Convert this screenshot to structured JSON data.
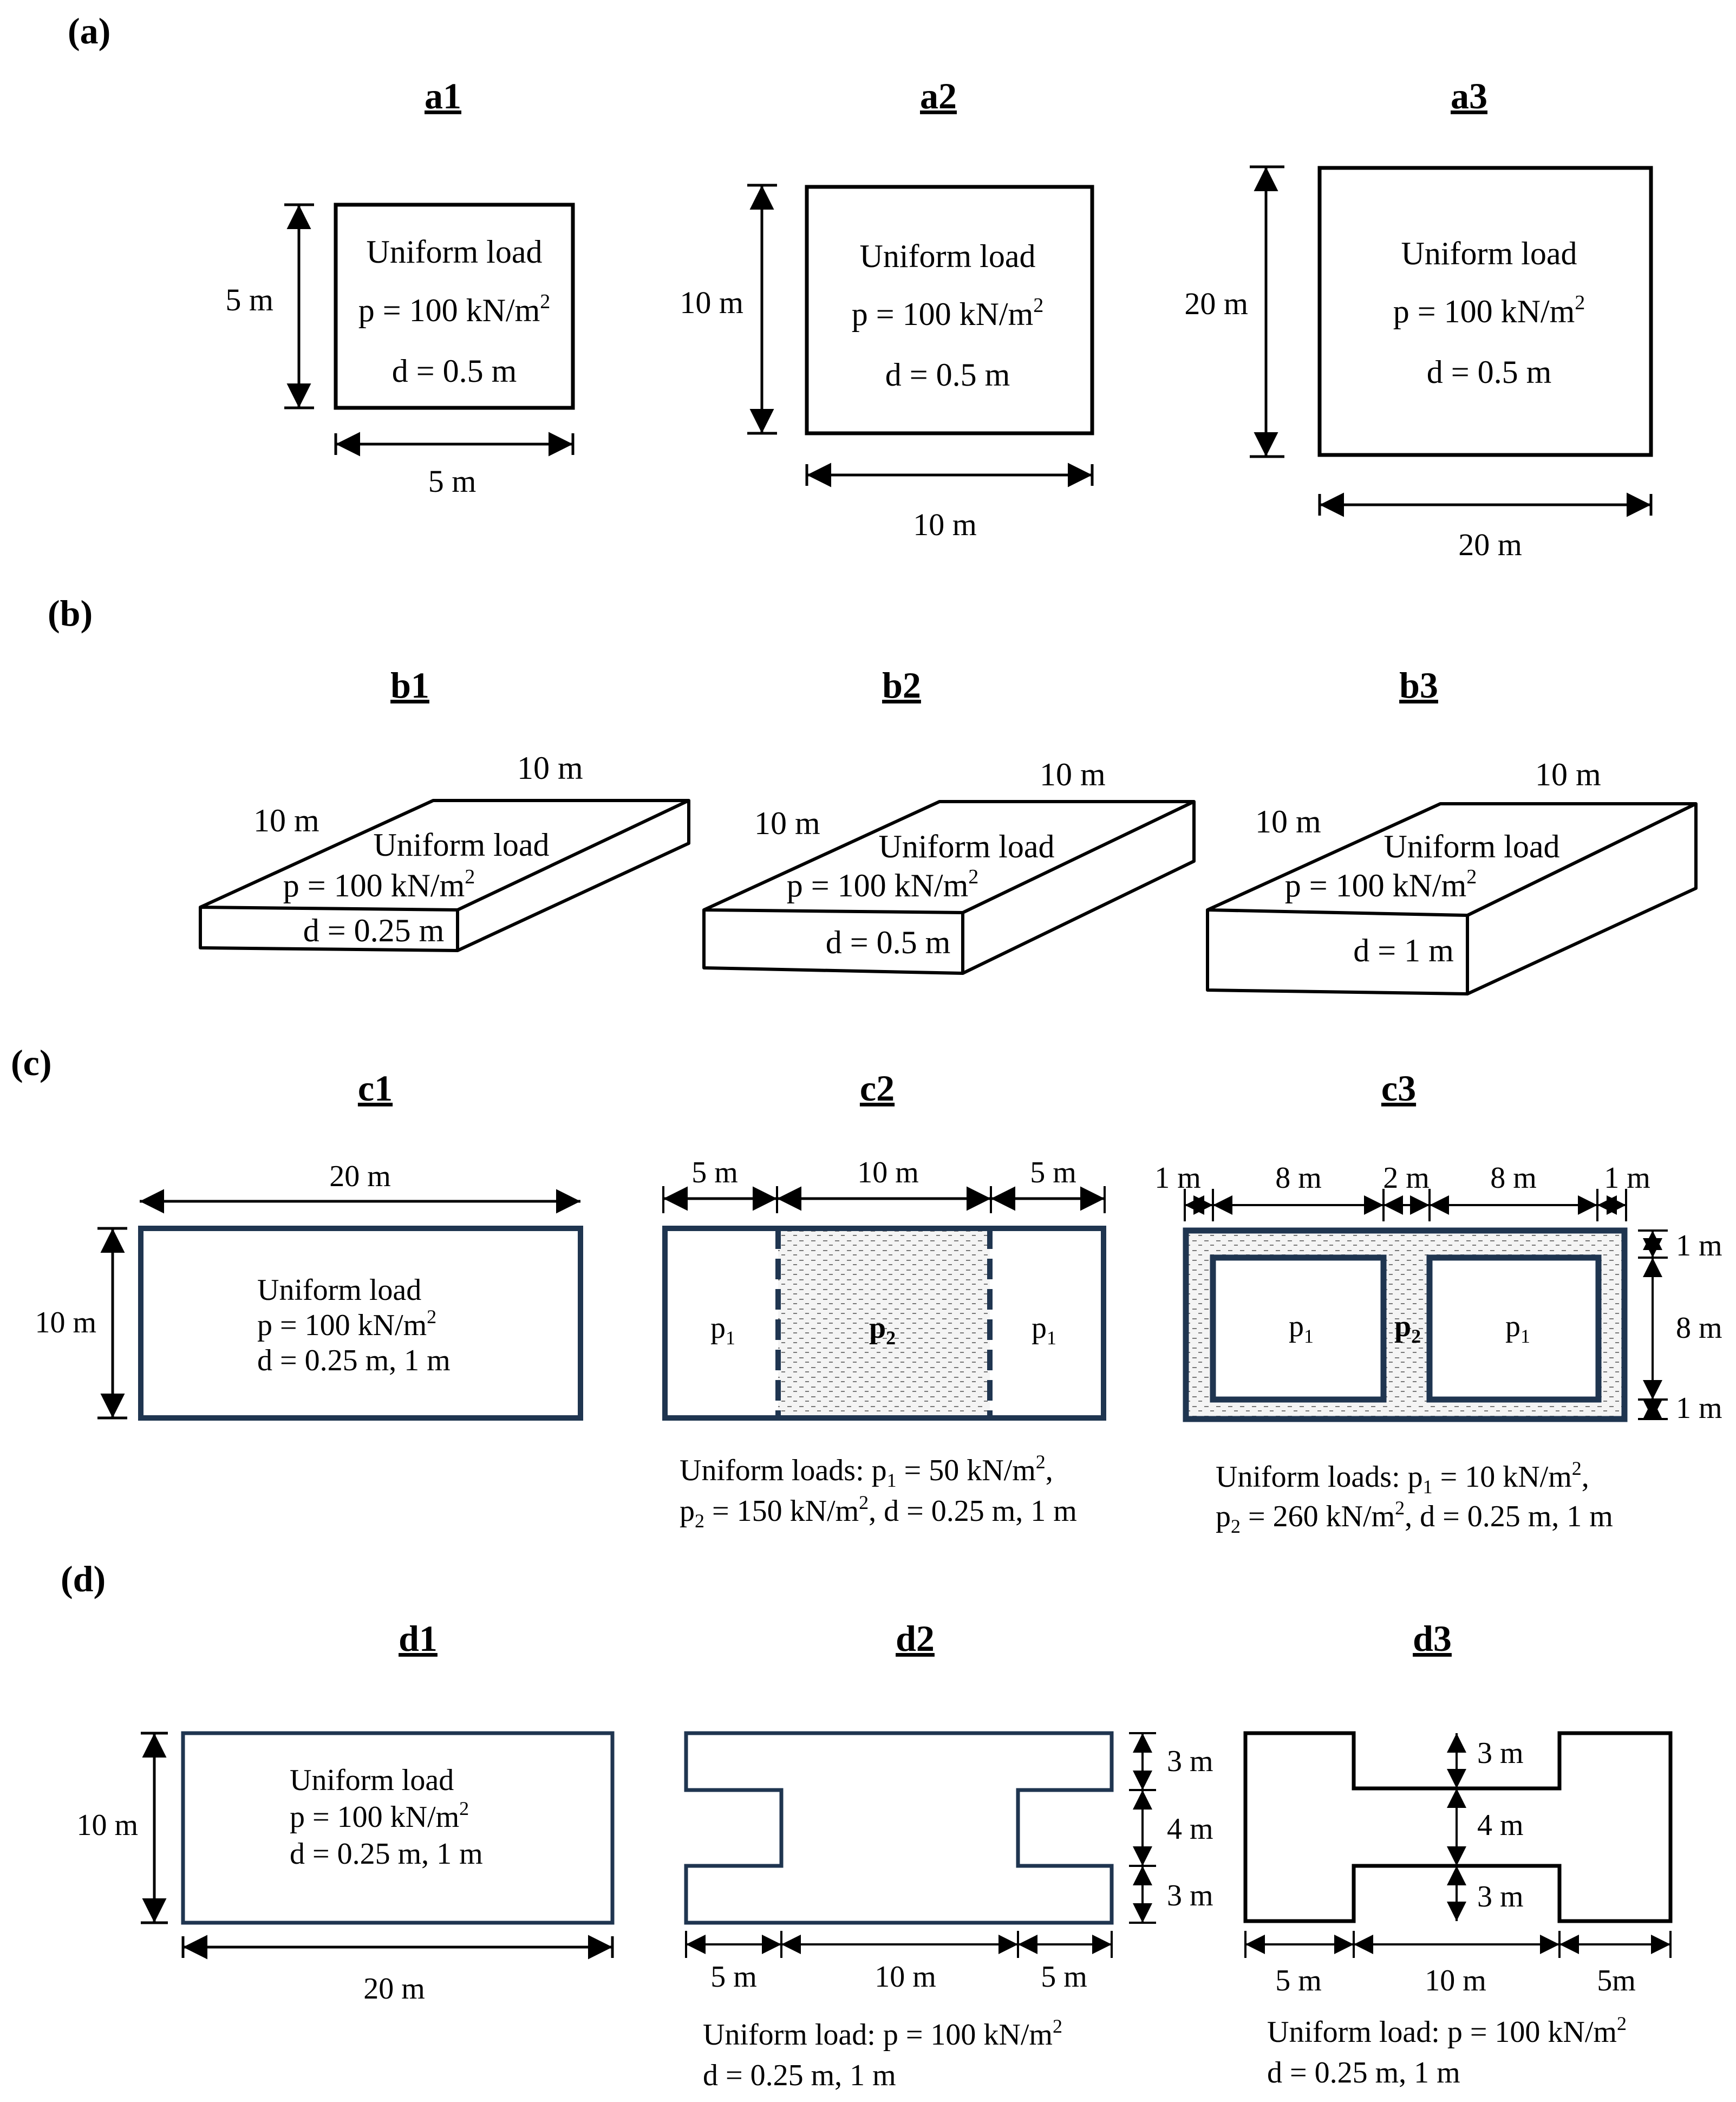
{
  "sections": {
    "a": "(a)",
    "b": "(b)",
    "c": "(c)",
    "d": "(d)"
  },
  "a": {
    "a1": {
      "title": "a1",
      "load": "Uniform load",
      "p": "p = 100 kN/m",
      "d": "d = 0.5 m",
      "h": "5 m",
      "w": "5 m"
    },
    "a2": {
      "title": "a2",
      "load": "Uniform load",
      "p": "p = 100 kN/m",
      "d": "d = 0.5 m",
      "h": "10 m",
      "w": "10 m"
    },
    "a3": {
      "title": "a3",
      "load": "Uniform load",
      "p": "p = 100 kN/m",
      "d": "d = 0.5 m",
      "h": "20 m",
      "w": "20 m"
    }
  },
  "b": {
    "b1": {
      "title": "b1",
      "left": "10 m",
      "top": "10 m",
      "load": "Uniform load",
      "p": "p = 100 kN/m",
      "d": "d = 0.25 m"
    },
    "b2": {
      "title": "b2",
      "left": "10 m",
      "top": "10 m",
      "load": "Uniform load",
      "p": "p = 100 kN/m",
      "d": "d = 0.5 m"
    },
    "b3": {
      "title": "b3",
      "left": "10 m",
      "top": "10 m",
      "load": "Uniform load",
      "p": "p = 100 kN/m",
      "d": "d = 1 m"
    }
  },
  "c": {
    "c1": {
      "title": "c1",
      "w": "20 m",
      "h": "10 m",
      "load": "Uniform load",
      "p": "p = 100 kN/m",
      "d": "d = 0.25 m, 1 m"
    },
    "c2": {
      "title": "c2",
      "d1": "5 m",
      "d2": "10 m",
      "d3": "5 m",
      "p1": "p",
      "p2": "p",
      "cap1a": "Uniform loads: p",
      "cap1b": " = 50 kN/m",
      "cap1c": ",",
      "cap2a": "p",
      "cap2b": " = 150 kN/m",
      "cap2c": ", d = 0.25 m, 1 m"
    },
    "c3": {
      "title": "c3",
      "t1": "1 m",
      "t2": "8 m",
      "t3": "2 m",
      "t4": "8 m",
      "t5": "1 m",
      "r1": "1 m",
      "r2": "8 m",
      "r3": "1 m",
      "p1": "p",
      "p2": "p",
      "cap1a": "Uniform loads: p",
      "cap1b": " = 10 kN/m",
      "cap1c": ",",
      "cap2a": "p",
      "cap2b": " = 260 kN/m",
      "cap2c": ", d = 0.25 m, 1 m"
    }
  },
  "d": {
    "d1": {
      "title": "d1",
      "load": "Uniform load",
      "p": "p = 100 kN/m",
      "d": "d = 0.25 m, 1 m",
      "h": "10 m",
      "w": "20 m"
    },
    "d2": {
      "title": "d2",
      "r1": "3 m",
      "r2": "4 m",
      "r3": "3 m",
      "b1": "5 m",
      "b2": "10 m",
      "b3": "5 m",
      "cap1": "Uniform load: p = 100 kN/m",
      "cap2": "d = 0.25 m, 1 m"
    },
    "d3": {
      "title": "d3",
      "r1": "3 m",
      "r2": "4 m",
      "r3": "3 m",
      "b1": "5 m",
      "b2": "10 m",
      "b3": "5m",
      "cap1": "Uniform load: p = 100 kN/m",
      "cap2": "d = 0.25 m, 1 m"
    }
  },
  "sup": {
    "two": "2",
    "one": "1"
  },
  "colors": {
    "line": "#000000",
    "navy": "#1f3550",
    "hatch": "#8a8a8a"
  }
}
